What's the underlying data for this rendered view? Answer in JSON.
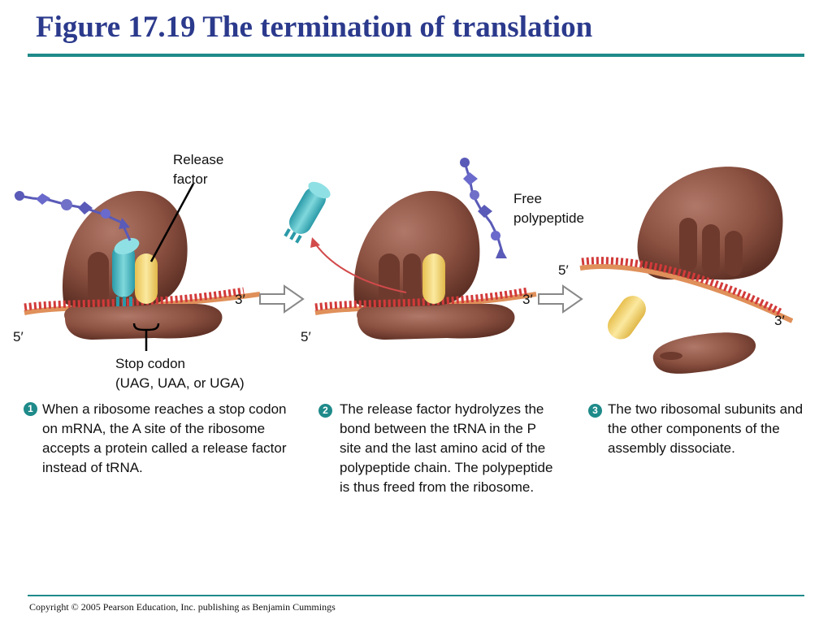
{
  "title": "Figure 17.19 The termination of translation",
  "labels": {
    "release_factor_1": "Release",
    "release_factor_2": "factor",
    "free_polypeptide_1": "Free",
    "free_polypeptide_2": "polypeptide",
    "stop_codon_1": "Stop codon",
    "stop_codon_2": "(UAG, UAA, or UGA)",
    "end_3": "3′",
    "end_5": "5′"
  },
  "steps": [
    {
      "number": "1",
      "text": "When a ribosome reaches a stop codon on mRNA, the A site of the ribosome accepts a protein called a release factor instead of tRNA."
    },
    {
      "number": "2",
      "text": "The release factor hydrolyzes the bond between the tRNA in the P site and the last amino acid of the polypeptide chain. The polypeptide is thus freed from the ribosome."
    },
    {
      "number": "3",
      "text": "The two ribosomal subunits and the other components of the assembly dissociate."
    }
  ],
  "copyright": "Copyright © 2005 Pearson Education, Inc. publishing as Benjamin Cummings",
  "colors": {
    "title": "#2b3a8c",
    "rule": "#1f8a8a",
    "ribosome": "#8a5040",
    "mrna": "#e0905a",
    "codon_ticks": "#c83030",
    "trna": "#40b8c0",
    "release_factor": "#f0d070",
    "polypeptide": "#5a5ab8"
  }
}
